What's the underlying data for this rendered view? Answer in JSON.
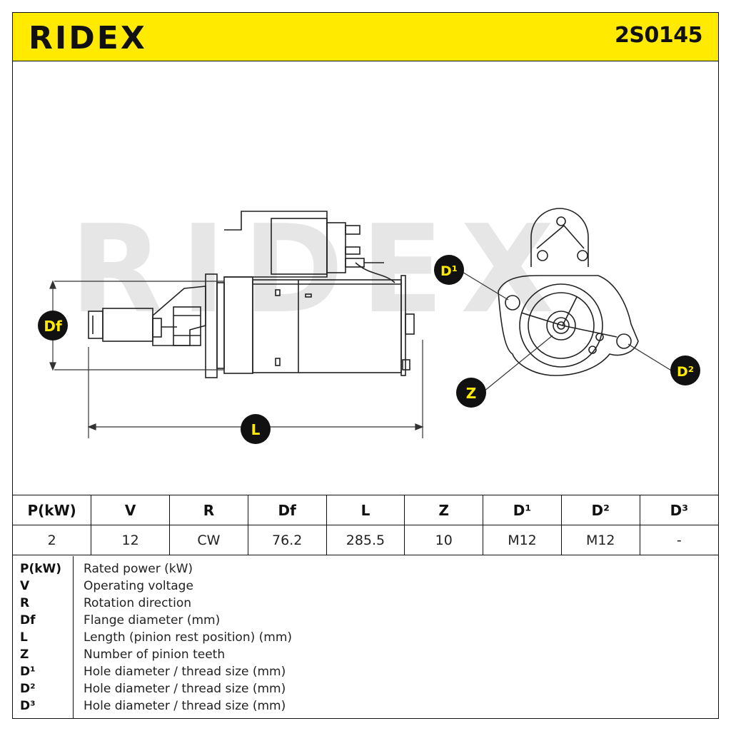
{
  "header": {
    "brand": "RIDEX",
    "part_number": "2S0145",
    "background": "#ffea00"
  },
  "drawing": {
    "watermark": "RIDEX",
    "callouts": {
      "df": "Df",
      "l": "L",
      "d1": "D¹",
      "d2": "D²",
      "z": "Z"
    },
    "callout_fill": "#111111",
    "callout_text": "#ffea00"
  },
  "spec_table": {
    "headers": [
      "P(kW)",
      "V",
      "R",
      "Df",
      "L",
      "Z",
      "D¹",
      "D²",
      "D³"
    ],
    "values": [
      "2",
      "12",
      "CW",
      "76.2",
      "285.5",
      "10",
      "M12",
      "M12",
      "-"
    ]
  },
  "legend": [
    {
      "key": "P(kW)",
      "desc": "Rated power (kW)"
    },
    {
      "key": "V",
      "desc": "Operating voltage"
    },
    {
      "key": "R",
      "desc": "Rotation direction"
    },
    {
      "key": "Df",
      "desc": "Flange diameter (mm)"
    },
    {
      "key": "L",
      "desc": "Length (pinion rest position) (mm)"
    },
    {
      "key": "Z",
      "desc": "Number of pinion teeth"
    },
    {
      "key": "D¹",
      "desc": "Hole diameter / thread size (mm)"
    },
    {
      "key": "D²",
      "desc": "Hole diameter / thread size (mm)"
    },
    {
      "key": "D³",
      "desc": "Hole diameter / thread size (mm)"
    }
  ]
}
